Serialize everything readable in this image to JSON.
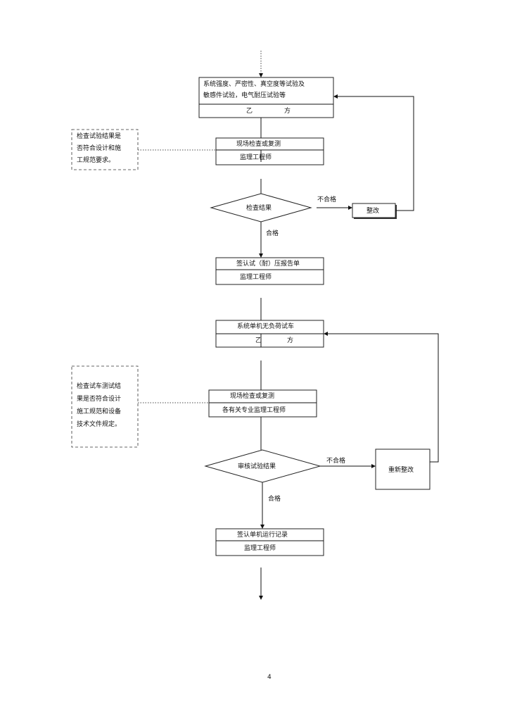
{
  "steps": {
    "step1": {
      "line1": "系统强度、严密性、真空度等试验及",
      "line2": "敏感件试验，电气耐压试验等",
      "role": "乙　　　　　方"
    },
    "step2": {
      "action": "现场检查或复测",
      "role": "监理工程师"
    },
    "decision1": {
      "label": "检查结果",
      "fail": "不合格",
      "pass": "合格"
    },
    "fix1": {
      "label": "整改"
    },
    "step3": {
      "action": "签认试（耐）压报告单",
      "role": "监理工程师"
    },
    "step4": {
      "action": "系统单机无负荷试车",
      "role": "乙　　　　方"
    },
    "step5": {
      "action": "现场检查或复测",
      "role": "各有关专业监理工程师"
    },
    "decision2": {
      "label": "审核试验结果",
      "fail": "不合格",
      "pass": "合格"
    },
    "fix2": {
      "label": "重新整改"
    },
    "step6": {
      "action": "签认单机运行记录",
      "role": "监理工程师"
    }
  },
  "notes": {
    "note1": [
      "检查试验结果是",
      "否符合设计和施",
      "工规范要求。"
    ],
    "note2": [
      "检查试车测试结",
      "果是否符合设计",
      "施工规范和设备",
      "技术文件规定。"
    ]
  },
  "page_number": "4"
}
